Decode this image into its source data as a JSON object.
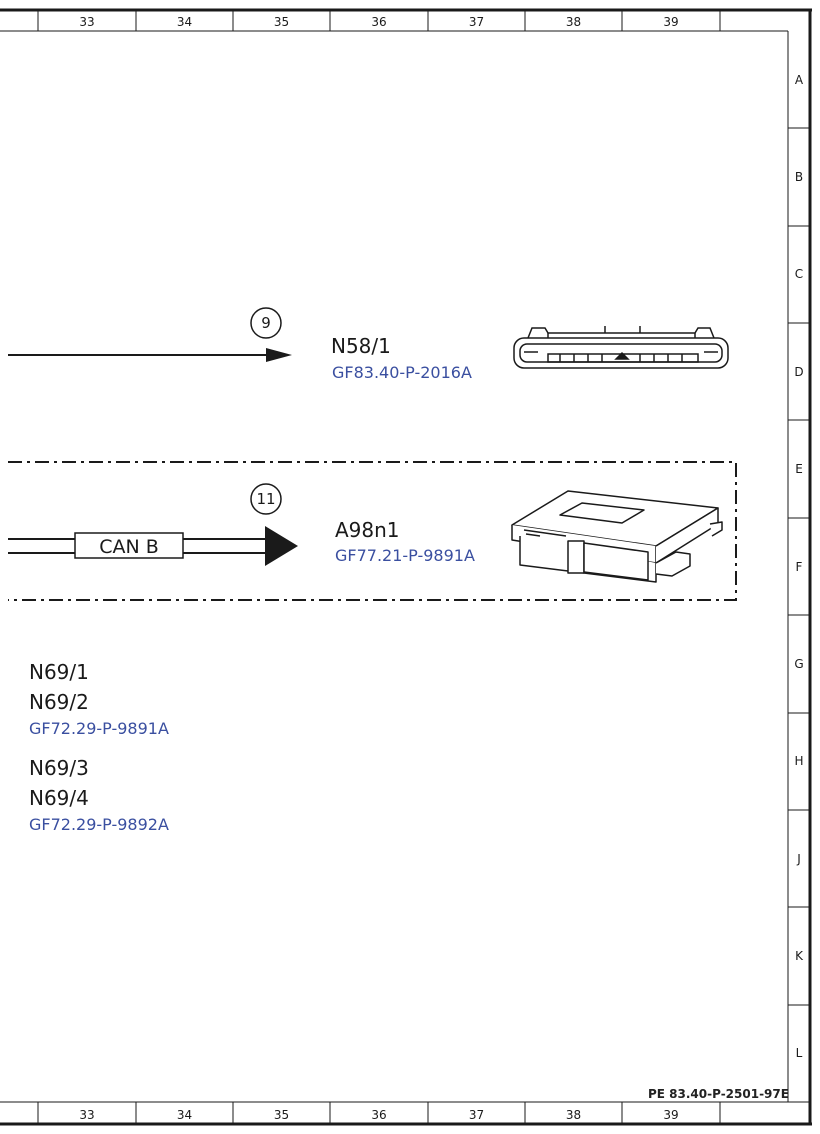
{
  "grid": {
    "columns": [
      "33",
      "34",
      "35",
      "36",
      "37",
      "38",
      "39"
    ],
    "rows": [
      "A",
      "B",
      "C",
      "D",
      "E",
      "F",
      "G",
      "H",
      "J",
      "K",
      "L"
    ]
  },
  "connection_9": {
    "number": "9",
    "component": "N58/1",
    "reference": "GF83.40-P-2016A"
  },
  "connection_11": {
    "number": "11",
    "bus_label": "CAN B",
    "component": "A98n1",
    "reference": "GF77.21-P-9891A"
  },
  "left_groups": [
    {
      "components": [
        "N69/1",
        "N69/2"
      ],
      "reference": "GF72.29-P-9891A"
    },
    {
      "components": [
        "N69/3",
        "N69/4"
      ],
      "reference": "GF72.29-P-9892A"
    }
  ],
  "document_id": "PE 83.40-P-2501-97E",
  "colors": {
    "line": "#1a1a1a",
    "reference_link": "#3a4fa0"
  }
}
